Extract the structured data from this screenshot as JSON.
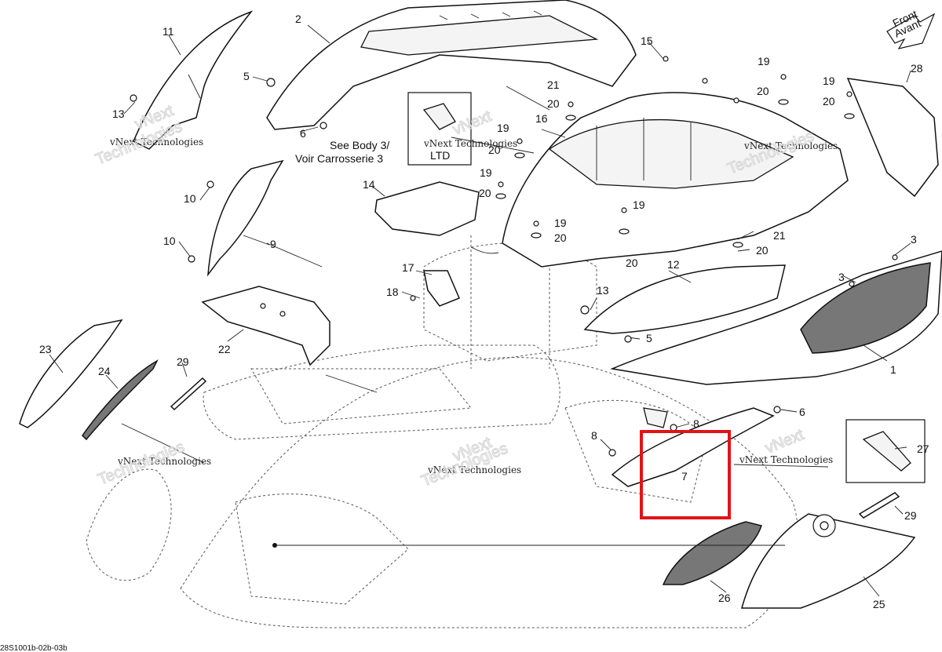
{
  "callouts": {
    "c1": "1",
    "c2": "2",
    "c3a": "3",
    "c3b": "3",
    "c5a": "5",
    "c5b": "5",
    "c6a": "6",
    "c6b": "6",
    "c7": "7",
    "c8a": "8",
    "c8b": "8",
    "c9": "9",
    "c10a": "10",
    "c10b": "10",
    "c11": "11",
    "c12": "12",
    "c13a": "13",
    "c13b": "13",
    "c14": "14",
    "c15": "15",
    "c16": "16",
    "c17": "17",
    "c18": "18",
    "c19a": "19",
    "c19b": "19",
    "c19c": "19",
    "c19d": "19",
    "c19e": "19",
    "c19f": "19",
    "c20a": "20",
    "c20b": "20",
    "c20c": "20",
    "c20d": "20",
    "c20e": "20",
    "c20f": "20",
    "c20g": "20",
    "c20h": "20",
    "c21a": "21",
    "c21b": "21",
    "c22": "22",
    "c23": "23",
    "c24": "24",
    "c25": "25",
    "c26": "26",
    "c27": "27",
    "c28": "28",
    "c29a": "29",
    "c29b": "29"
  },
  "notes": {
    "see_body_line1": "See Body 3/",
    "see_body_line2": "Voir Carrosserie 3",
    "ltd": "LTD",
    "front_line1": "Front",
    "front_line2": "Avant",
    "footer_code": "28S1001b-02b-03b"
  },
  "watermark": {
    "line1": "vNext Technologies",
    "line2": "vNext",
    "line3": "Technologies"
  },
  "highlight": {
    "color": "#e01418",
    "target_callout": "7"
  },
  "icons": {
    "front": "front-arrow-icon",
    "fastener": "screw-icon",
    "washer": "washer-icon"
  }
}
